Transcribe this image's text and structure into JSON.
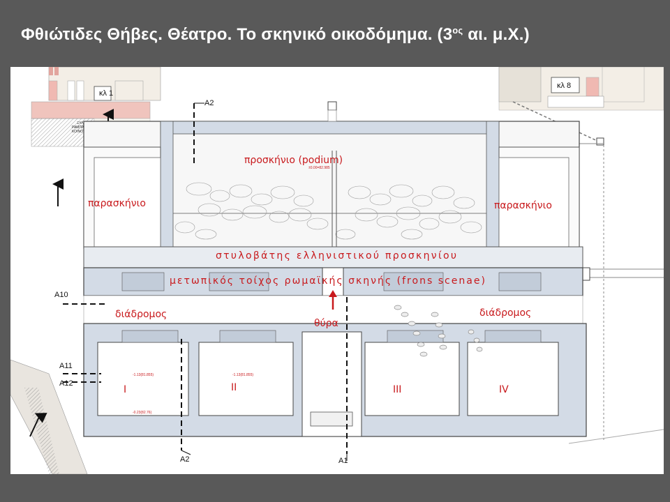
{
  "title": {
    "main": "Φθιώτιδες Θήβες. Θέατρο. Το σκηνικό οικοδόμημα. (3",
    "superscript": "ος",
    "tail": " αι. μ.Χ.)"
  },
  "colors": {
    "background": "#595959",
    "label_red": "#c8191c",
    "wall_fill": "#d3dbe6",
    "wall_stroke": "#4a4a4a"
  },
  "labels": {
    "proskenio": "προσκήνιο (podium)",
    "paraskenio_left": "παρασκήνιο",
    "paraskenio_right": "παρασκήνιο",
    "stylobates": "στυλοβάτης ελληνιστικού προσκηνίου",
    "frons": "μετωπικός τοίχος ρωμαϊκής σκηνής (frons scenae)",
    "diadromos_left": "διάδρομος",
    "diadromos_right": "διάδρομος",
    "thyra": "θύρα",
    "room_1": "I",
    "room_2": "II",
    "room_3": "III",
    "room_4": "IV"
  },
  "sections": {
    "a1": "A1",
    "a2_top": "A2",
    "a2_bottom": "A2",
    "a10": "A10",
    "a11": "A11",
    "a12": "A12"
  },
  "annotations": {
    "kl1": "κλ 1",
    "kl8": "κλ 8",
    "ramp_1": "ΞΥΛΙΝΗ",
    "ramp_2": "ΡΑΜΠΑ ΕΙΣΟΔΟΥ",
    "ramp_3": "ΚΟΙΝΟΥ & ΑΜΕΑ",
    "level_podium": "±0.00=82.985",
    "level_room1a": "-1.13(81.855)",
    "level_room1b": "-0.23(82.76)",
    "level_room2": "-1.13(81.855)"
  }
}
